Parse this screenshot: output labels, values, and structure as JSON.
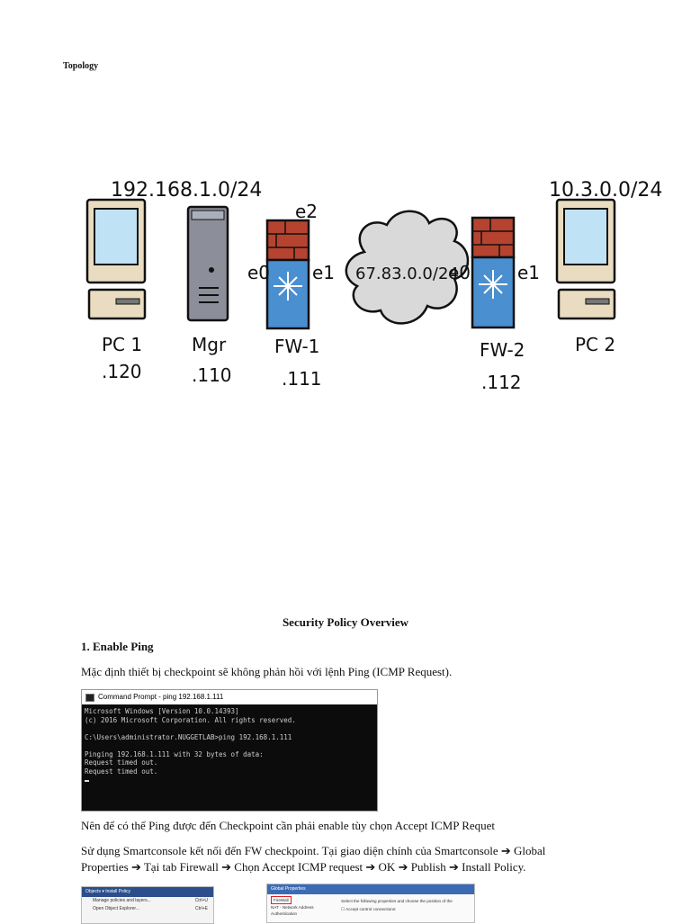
{
  "doc": {
    "topology_label": "Topology",
    "section_title": "Security Policy Overview",
    "heading_1": "1. Enable Ping",
    "para_1": "Mặc định thiết bị checkpoint sẽ không phản hồi với lệnh Ping (ICMP Request).",
    "para_2": "Nên để có thể Ping được đến Checkpoint cần phải enable tùy chọn Accept ICMP Requet",
    "para_3": "Sử dụng Smartconsole kết nối đến FW checkpoint. Tại giao diện chính của Smartconsole ➔ Global Properties ➔ Tại tab Firewall ➔ Chọn Accept ICMP request ➔ OK ➔ Publish ➔ Install Policy."
  },
  "diagram": {
    "net_left": "192.168.1.0/24",
    "net_right": "10.3.0.0/24",
    "cloud": "67.83.0.0/24",
    "pc1_name": "PC 1",
    "pc1_ip": ".120",
    "mgr_name": "Mgr",
    "mgr_ip": ".110",
    "fw1_name": "FW-1",
    "fw1_ip": ".111",
    "fw2_name": "FW-2",
    "fw2_ip": ".112",
    "pc2_name": "PC 2",
    "fw1_e0": "e0",
    "fw1_e1": "e1",
    "fw1_e2": "e2",
    "fw2_e0": "e0",
    "fw2_e1": "e1"
  },
  "cmd": {
    "title": "Command Prompt - ping 192.168.1.111",
    "lines": "Microsoft Windows [Version 10.0.14393]\n(c) 2016 Microsoft Corporation. All rights reserved.\n\nC:\\Users\\administrator.NUGGETLAB>ping 192.168.1.111\n\nPinging 192.168.1.111 with 32 bytes of data:\nRequest timed out.\nRequest timed out."
  },
  "shot1": {
    "bar": "Objects ▾   Install Policy",
    "item1": "Manage policies and layers...",
    "item1_key": "Ctrl+U",
    "item2": "Open Object Explorer...",
    "item2_key": "Ctrl+E"
  },
  "shot2": {
    "title": "Global Properties",
    "tree1": "FireWall",
    "tree2": "NAT - Network Address",
    "tree3": "Authentication",
    "desc1": "Select the following properties and choose the position of the",
    "desc2": "Accept control connections:"
  },
  "colors": {
    "screen": "#bfe3f5",
    "firewall_brick": "#b5432f",
    "firewall_body": "#4a8fd0",
    "computer_body": "#e9dcc0",
    "server_body": "#8c8f99"
  }
}
